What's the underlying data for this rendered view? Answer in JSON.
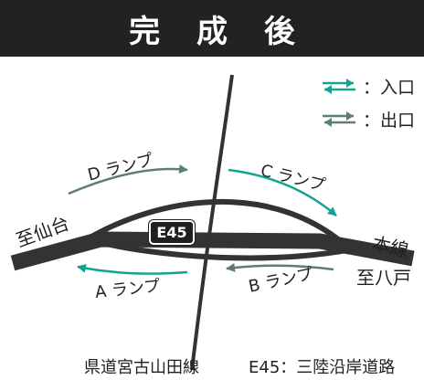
{
  "header": {
    "title": "完 成 後"
  },
  "legend": {
    "entry": {
      "label": "：入口",
      "color": "#13a394"
    },
    "exit": {
      "label": "：出口",
      "color": "#5f7d78"
    }
  },
  "ramps": {
    "a": "A ランプ",
    "b": "B ランプ",
    "c": "C ランプ",
    "d": "D ランプ"
  },
  "places": {
    "sendai": "至仙台",
    "hachinohe": "至八戸",
    "mainline": "本線"
  },
  "route_badge": "E45",
  "footer": {
    "prefectural_road": "県道宮古山田線",
    "expressway": "E45：三陸沿岸道路"
  },
  "colors": {
    "header_bg": "#222222",
    "road": "#333333",
    "entry_arrow": "#13a394",
    "exit_arrow": "#5f7d78"
  }
}
